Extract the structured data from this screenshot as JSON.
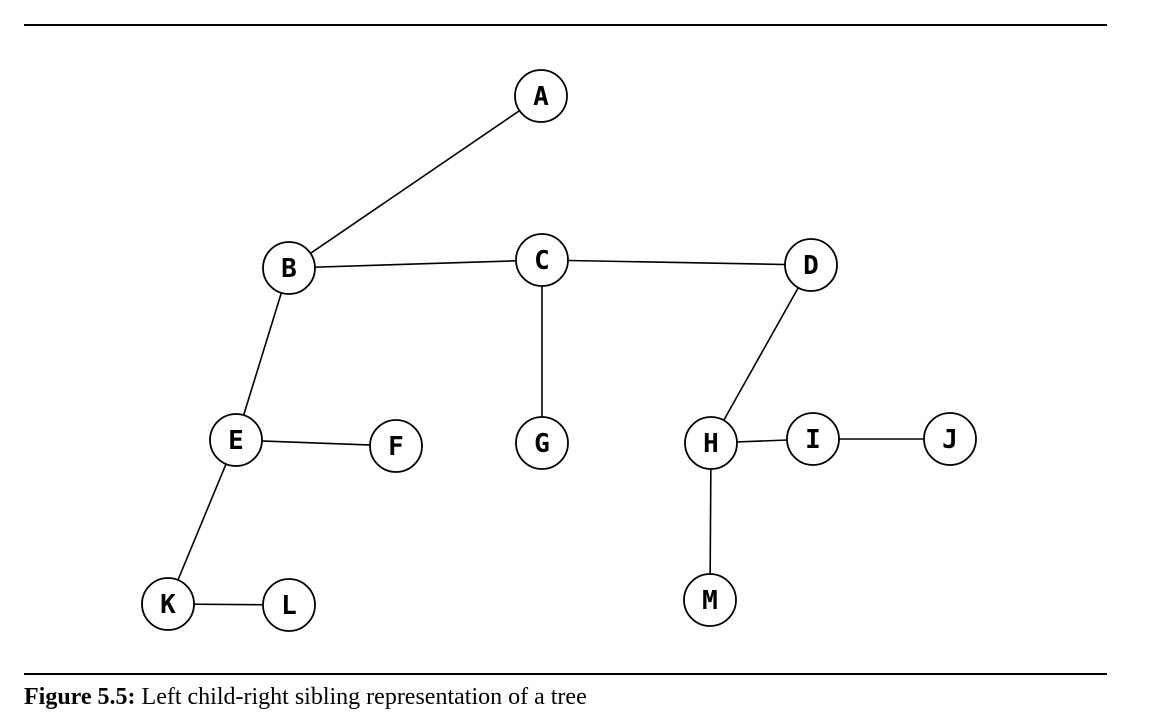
{
  "caption": {
    "label": "Figure 5.5:",
    "text": " Left child-right sibling representation of a tree"
  },
  "nodes": [
    {
      "id": "A",
      "label": "A"
    },
    {
      "id": "B",
      "label": "B"
    },
    {
      "id": "C",
      "label": "C"
    },
    {
      "id": "D",
      "label": "D"
    },
    {
      "id": "E",
      "label": "E"
    },
    {
      "id": "F",
      "label": "F"
    },
    {
      "id": "G",
      "label": "G"
    },
    {
      "id": "H",
      "label": "H"
    },
    {
      "id": "I",
      "label": "I"
    },
    {
      "id": "J",
      "label": "J"
    },
    {
      "id": "K",
      "label": "K"
    },
    {
      "id": "L",
      "label": "L"
    },
    {
      "id": "M",
      "label": "M"
    }
  ],
  "edges": [
    {
      "from": "A",
      "to": "B"
    },
    {
      "from": "B",
      "to": "C"
    },
    {
      "from": "C",
      "to": "D"
    },
    {
      "from": "B",
      "to": "E"
    },
    {
      "from": "C",
      "to": "G"
    },
    {
      "from": "D",
      "to": "H"
    },
    {
      "from": "E",
      "to": "F"
    },
    {
      "from": "E",
      "to": "K"
    },
    {
      "from": "K",
      "to": "L"
    },
    {
      "from": "H",
      "to": "I"
    },
    {
      "from": "I",
      "to": "J"
    },
    {
      "from": "H",
      "to": "M"
    }
  ]
}
